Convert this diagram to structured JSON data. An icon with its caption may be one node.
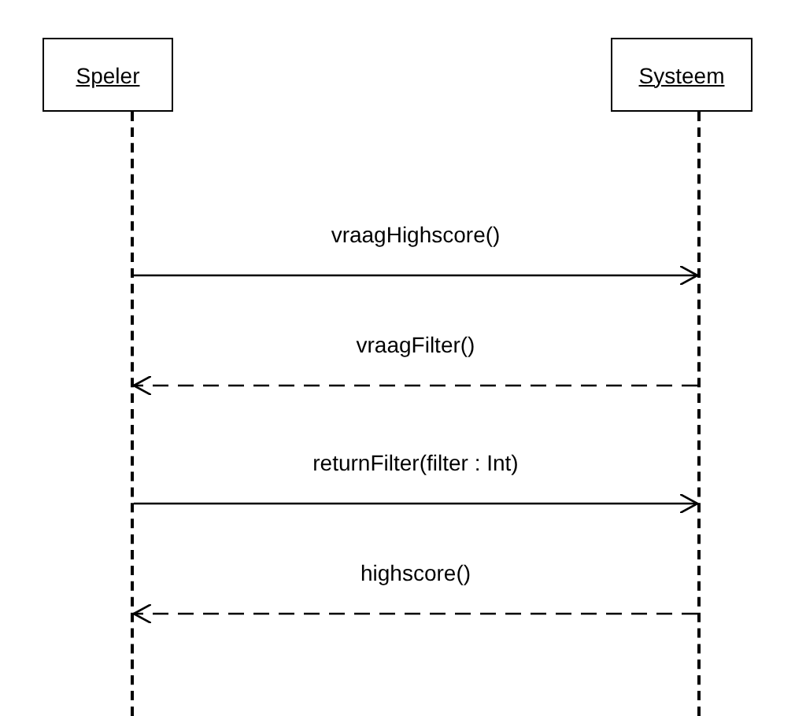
{
  "diagram": {
    "nodes": [
      {
        "text": [
          "Speler"
        ]
      },
      {
        "text": [
          "Systeem"
        ]
      },
      {
        "text": [],
        "shape": "line"
      },
      {
        "text": [],
        "shape": "line"
      }
    ],
    "edges": [
      {
        "from": 2,
        "to": 3,
        "arrow": "to",
        "label": "vraagHighscore()"
      },
      {
        "from": 3,
        "to": 2,
        "arrow": "to",
        "label": "vraagFilter()",
        "style": "dashed"
      },
      {
        "from": 2,
        "to": 3,
        "arrow": "to",
        "label": "returnFilter(filter : Int)"
      },
      {
        "from": 3,
        "to": 2,
        "arrow": "to",
        "label": "highscore()",
        "style": "dashed"
      }
    ]
  }
}
